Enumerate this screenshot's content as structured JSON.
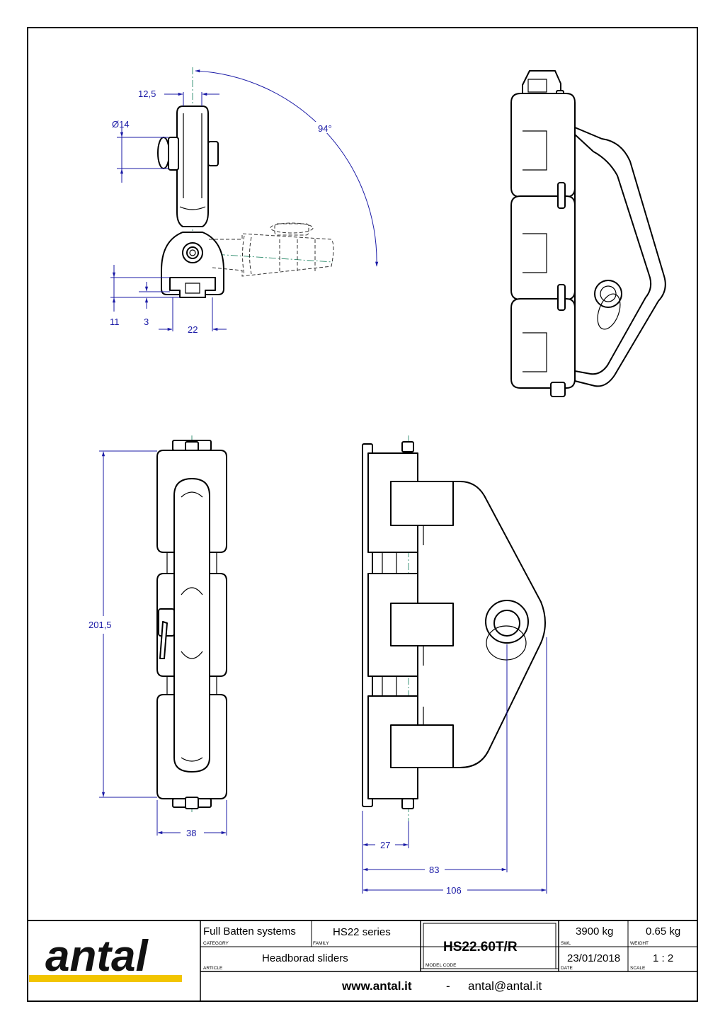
{
  "dimensions": {
    "d_12_5": "12,5",
    "d_14": "Ø14",
    "d_94": "94°",
    "d_11": "11",
    "d_3": "3",
    "d_22": "22",
    "d_201_5": "201,5",
    "d_38": "38",
    "d_27": "27",
    "d_83": "83",
    "d_106": "106"
  },
  "title_block": {
    "logo": "antal",
    "category_value": "Full Batten systems",
    "category_label": "CATEGORY",
    "family_value": "HS22 series",
    "family_label": "FAMILY",
    "article_value": "Headborad sliders",
    "article_label": "ARTICLE",
    "model_code_value": "HS22.60T/R",
    "model_code_label": "MODEL CODE",
    "swl_value": "3900 kg",
    "swl_label": "SWL",
    "weight_value": "0.65 kg",
    "weight_label": "WEIGHT",
    "date_value": "23/01/2018",
    "date_label": "DATE",
    "scale_value": "1 : 2",
    "scale_label": "SCALE",
    "website": "www.antal.it",
    "separator": "-",
    "email": "antal@antal.it"
  },
  "colors": {
    "dimension": "#1a1aa6",
    "logo_bar": "#f2c500",
    "centerline": "#2a8a6a"
  }
}
